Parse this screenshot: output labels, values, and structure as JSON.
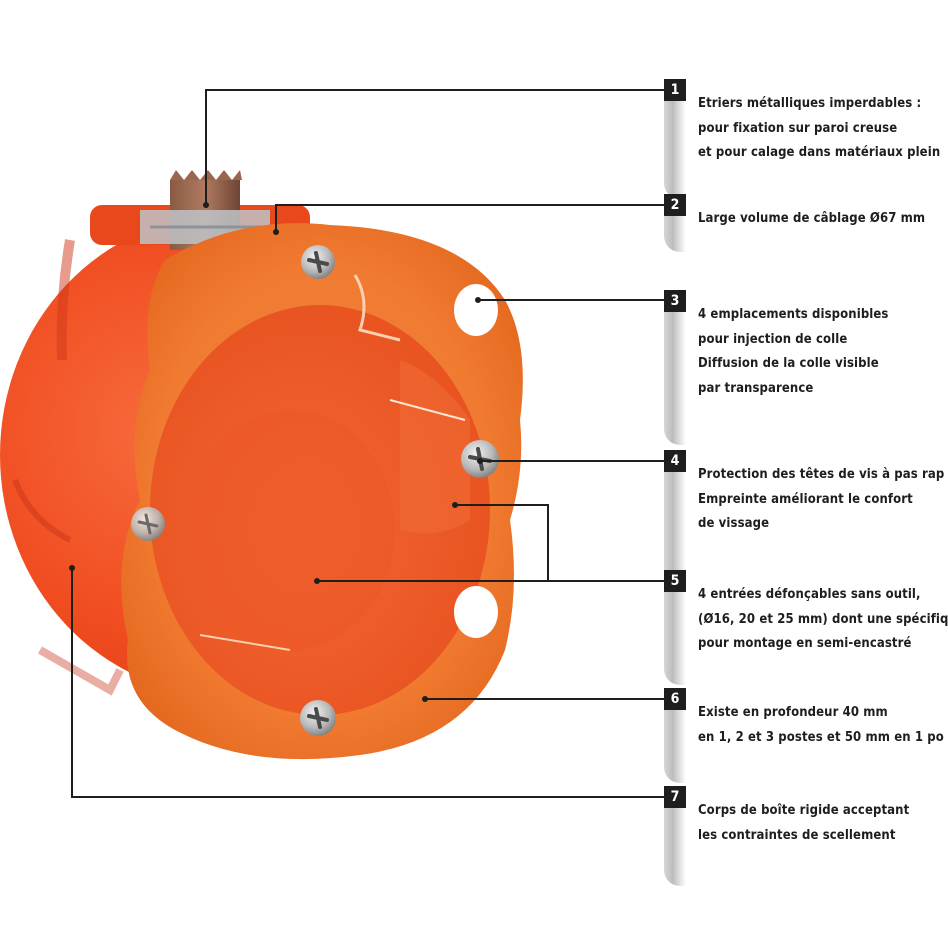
{
  "colors": {
    "body": "#ef4a1e",
    "flange": "#f07a30",
    "leader": "#1e1e1e",
    "badge": "#1e1e1e"
  },
  "callouts": [
    {
      "number": "1",
      "lines": [
        "Etriers métalliques imperdables :",
        "pour fixation sur paroi creuse",
        "et pour calage dans matériaux plein"
      ]
    },
    {
      "number": "2",
      "lines": [
        "Large volume de câblage Ø67 mm"
      ]
    },
    {
      "number": "3",
      "lines": [
        "4 emplacements disponibles",
        "pour injection de colle",
        "Diffusion de la colle visible",
        "par transparence"
      ]
    },
    {
      "number": "4",
      "lines": [
        "Protection des têtes de vis à pas rap",
        "Empreinte améliorant le confort",
        "de vissage"
      ]
    },
    {
      "number": "5",
      "lines": [
        "4 entrées défonçables sans outil,",
        "(Ø16, 20 et 25 mm) dont une spécifiq",
        "pour montage en semi-encastré"
      ]
    },
    {
      "number": "6",
      "lines": [
        "Existe en profondeur 40 mm",
        "en 1, 2 et 3 postes et 50 mm en 1 po"
      ]
    },
    {
      "number": "7",
      "lines": [
        "Corps de boîte rigide acceptant",
        "les contraintes de scellement"
      ]
    }
  ]
}
